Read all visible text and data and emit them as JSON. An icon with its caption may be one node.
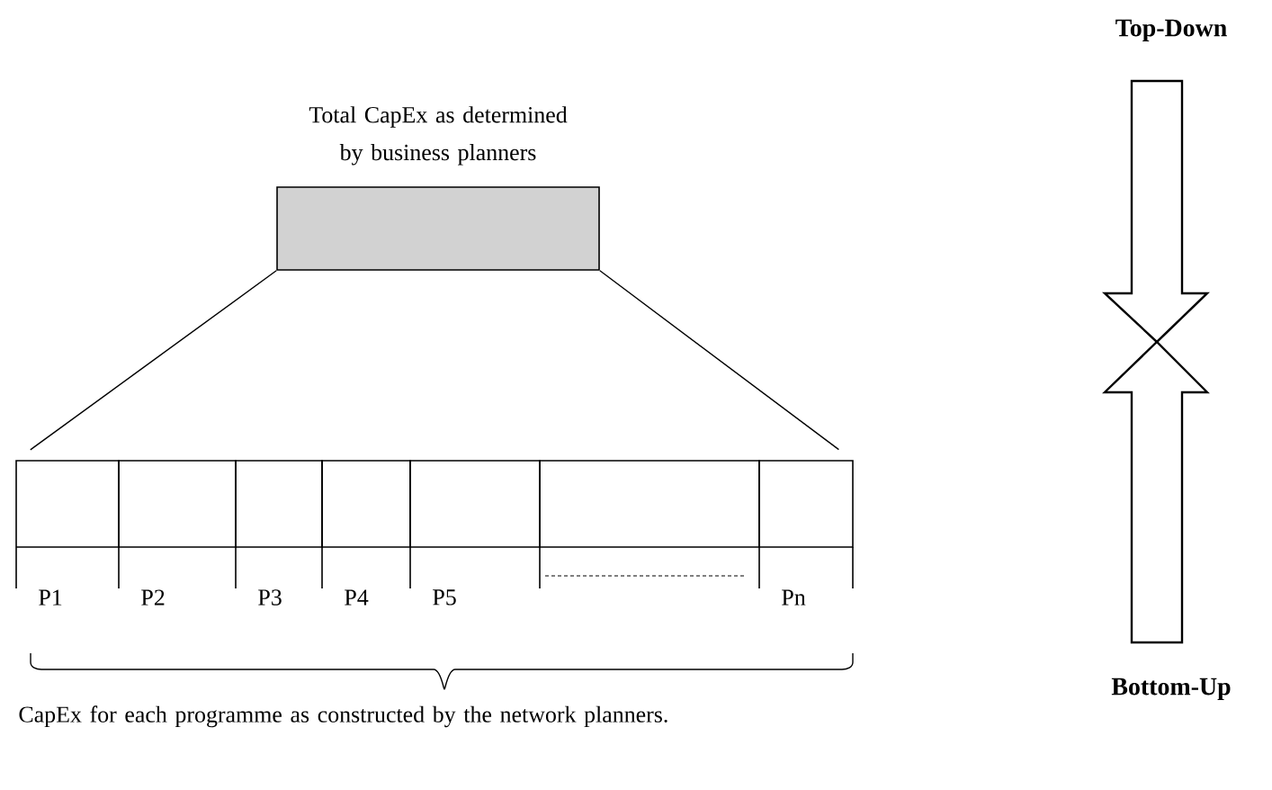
{
  "diagram": {
    "nodes": [
      {
        "text": [
          "Total CapEx as determined by business planners"
        ]
      },
      {
        "text": [
          "P1"
        ]
      },
      {
        "text": [
          "P2"
        ]
      },
      {
        "text": [
          "P3"
        ]
      },
      {
        "text": [
          "P4"
        ]
      },
      {
        "text": [
          "P5"
        ]
      },
      {
        "text": [],
        "shape": "box"
      },
      {
        "text": [
          "Pn"
        ]
      }
    ],
    "edges": [
      {
        "from": 0,
        "to": 1,
        "arrow": "none"
      },
      {
        "from": 0,
        "to": 7,
        "arrow": "none"
      }
    ],
    "labels": [
      "Top-Down",
      "Bottom-Up",
      "CapEx for each programme as constructed by the network planners."
    ]
  }
}
